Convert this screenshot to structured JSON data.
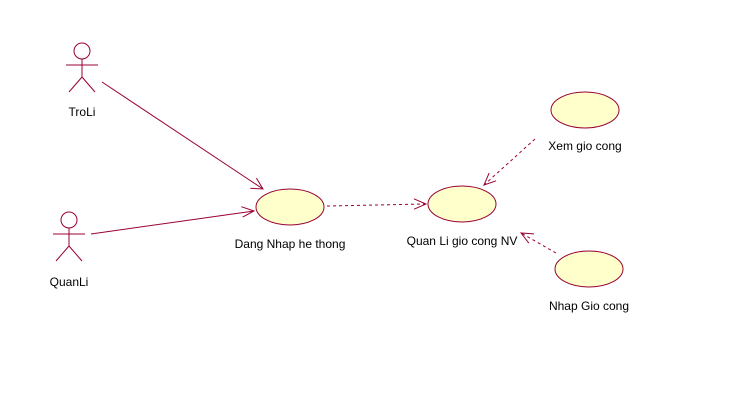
{
  "diagram": {
    "type": "use-case",
    "colors": {
      "line": "#990033",
      "usecase_fill": "#ffffcc",
      "text": "#000000",
      "background": "#ffffff"
    },
    "actors": [
      {
        "id": "troli",
        "label": "TroLi",
        "icon": "stick-figure-icon"
      },
      {
        "id": "quanli",
        "label": "QuanLi",
        "icon": "stick-figure-icon"
      }
    ],
    "use_cases": [
      {
        "id": "dang-nhap",
        "label": "Dang Nhap he thong"
      },
      {
        "id": "quan-li-gio-cong",
        "label": "Quan Li gio cong NV"
      },
      {
        "id": "xem-gio-cong",
        "label": "Xem gio cong"
      },
      {
        "id": "nhap-gio-cong",
        "label": "Nhap Gio cong"
      }
    ],
    "relationships": [
      {
        "from": "troli",
        "to": "dang-nhap",
        "style": "solid",
        "arrow": "open"
      },
      {
        "from": "quanli",
        "to": "dang-nhap",
        "style": "solid",
        "arrow": "open"
      },
      {
        "from": "dang-nhap",
        "to": "quan-li-gio-cong",
        "style": "dashed",
        "arrow": "open"
      },
      {
        "from": "xem-gio-cong",
        "to": "quan-li-gio-cong",
        "style": "dashed",
        "arrow": "open"
      },
      {
        "from": "nhap-gio-cong",
        "to": "quan-li-gio-cong",
        "style": "dashed",
        "arrow": "open"
      }
    ]
  }
}
